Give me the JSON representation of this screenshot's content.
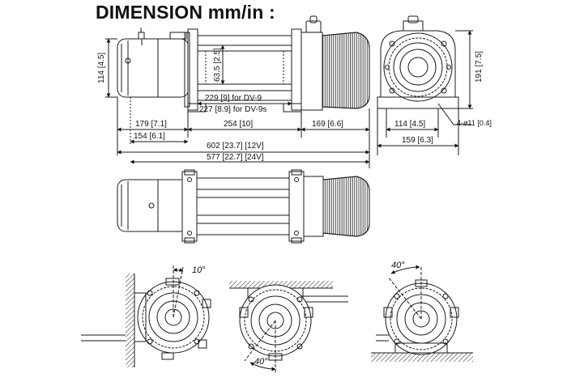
{
  "title": "DIMENSION mm/in :",
  "dimensions": {
    "height_motor": "114 [4.5]",
    "cable_gap": "63.5 [2.5]",
    "drum_dv9": "229 [9] for DV-9",
    "drum_dv9s": "227 [8.9] for DV-9s",
    "seg_left": "179 [7.1]",
    "seg_mid": "254 [10]",
    "seg_right": "169 [6.6]",
    "seg_left2": "154 [6.1]",
    "total_12v": "602 [23.7] [12V]",
    "total_24v": "577 [22.7] [24V]",
    "end_height": "191 [7.5]",
    "end_base": "114 [4.5]",
    "end_width": "159 [6.3]",
    "hole": "4-ø11 [0.4]"
  },
  "mount_angles": {
    "wall": "10°",
    "ceiling": "40°",
    "floor": "40°"
  },
  "colors": {
    "line": "#1a1a1a",
    "hatch": "#222222"
  }
}
